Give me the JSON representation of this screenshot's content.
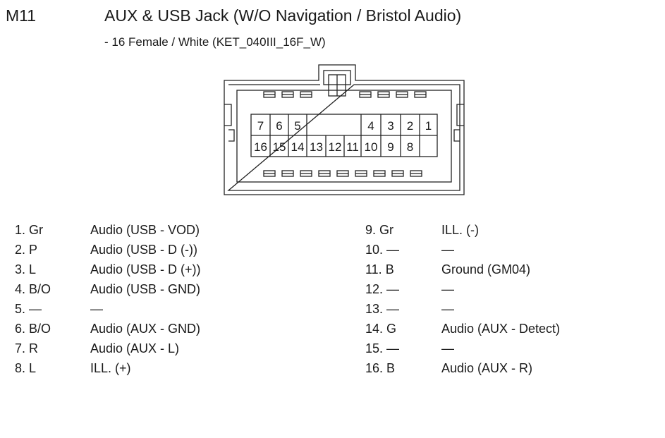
{
  "connector": {
    "id": "M11",
    "title": "AUX & USB Jack  (W/O Navigation / Bristol Audio)",
    "subtitle": "- 16 Female / White (KET_040III_16F_W)"
  },
  "cavity_labels": {
    "top_left": [
      "7",
      "6",
      "5"
    ],
    "top_right": [
      "4",
      "3",
      "2",
      "1"
    ],
    "bottom": [
      "16",
      "15",
      "14",
      "13",
      "12",
      "11",
      "10",
      "9",
      "8"
    ]
  },
  "pins_left": [
    {
      "code": "1. Gr",
      "function": "Audio (USB - VOD)"
    },
    {
      "code": "2. P",
      "function": "Audio (USB - D (-))"
    },
    {
      "code": "3. L",
      "function": "Audio (USB - D (+))"
    },
    {
      "code": "4. B/O",
      "function": "Audio (USB - GND)"
    },
    {
      "code": "5. —",
      "function": "—"
    },
    {
      "code": "6. B/O",
      "function": "Audio (AUX - GND)"
    },
    {
      "code": "7. R",
      "function": "Audio (AUX - L)"
    },
    {
      "code": "8. L",
      "function": "ILL. (+)"
    }
  ],
  "pins_right": [
    {
      "code": "9. Gr",
      "function": "ILL. (-)"
    },
    {
      "code": "10. —",
      "function": "—"
    },
    {
      "code": "11. B",
      "function": "Ground (GM04)"
    },
    {
      "code": "12. —",
      "function": "—"
    },
    {
      "code": "13. —",
      "function": "—"
    },
    {
      "code": "14. G",
      "function": "Audio (AUX - Detect)"
    },
    {
      "code": "15. —",
      "function": "—"
    },
    {
      "code": "16. B",
      "function": "Audio (AUX - R)"
    }
  ]
}
